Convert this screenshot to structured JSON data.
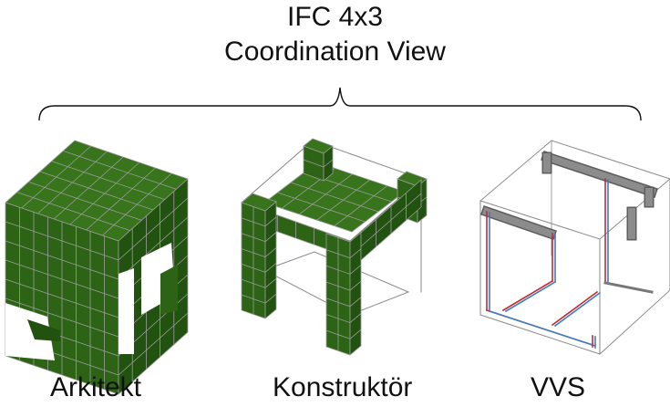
{
  "title": {
    "line1": "IFC 4x3",
    "line2": "Coordination View"
  },
  "models": [
    {
      "label": "Arkitekt"
    },
    {
      "label": "Konstruktör"
    },
    {
      "label": "VVS"
    }
  ],
  "colors": {
    "block_top": "#37741c",
    "block_front": "#2c6314",
    "block_side": "#22520f",
    "grid_line": "#9c9c9c",
    "wireframe": "#8a8a8a",
    "pipe_gray": "#8c8c8c",
    "pipe_red": "#c8282c",
    "pipe_blue": "#3a7fc7"
  }
}
